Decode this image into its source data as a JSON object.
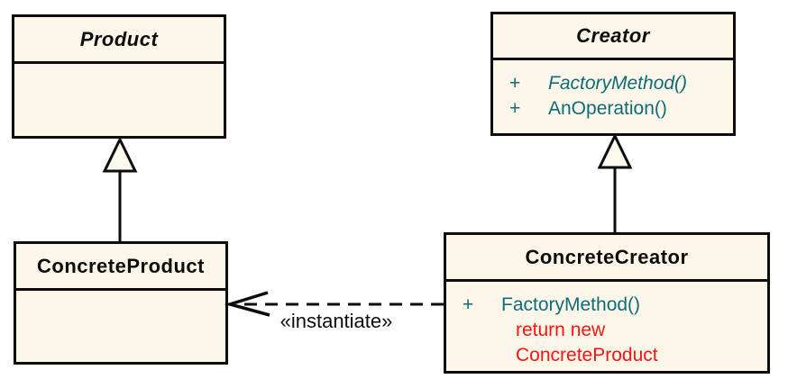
{
  "diagram": {
    "kind": "uml-class-diagram",
    "pattern_name": "Factory Method",
    "colors": {
      "background": "#FFFFFF",
      "box_fill": "#FDF7E9",
      "border": "#0D0D0D",
      "method_text": "#0E6B77",
      "note_text": "#F91414",
      "title_text": "#0D0D0D"
    },
    "classes": {
      "product": {
        "name": "Product",
        "abstract": true
      },
      "creator": {
        "name": "Creator",
        "abstract": true,
        "methods": [
          {
            "visibility": "+",
            "label": "FactoryMethod()",
            "abstract": true
          },
          {
            "visibility": "+",
            "label": "AnOperation()",
            "abstract": false
          }
        ]
      },
      "concrete_product": {
        "name": "ConcreteProduct",
        "abstract": false
      },
      "concrete_creator": {
        "name": "ConcreteCreator",
        "abstract": false,
        "methods": [
          {
            "visibility": "+",
            "label": "FactoryMethod()",
            "abstract": false
          }
        ],
        "note_lines": {
          "line1": "return new",
          "line2": "ConcreteProduct"
        }
      }
    },
    "edges": {
      "generalization_product": "ConcreteProduct → Product",
      "generalization_creator": "ConcreteCreator → Creator",
      "instantiate_label": "«instantiate»"
    }
  }
}
